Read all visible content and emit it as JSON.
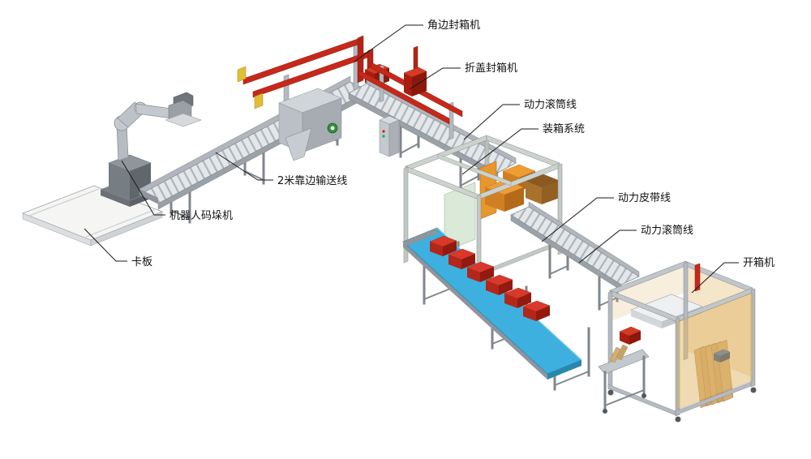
{
  "diagram": {
    "background": "#ffffff",
    "labels": {
      "corner_sealer": "角边封箱机",
      "flap_sealer": "折盖封箱机",
      "roller_line_top": "动力滚筒线",
      "packing_system": "装箱系统",
      "belt_line": "动力皮带线",
      "roller_line_right": "动力滚筒线",
      "case_erector": "开箱机",
      "edge_conveyor": "2米靠边输送线",
      "robot_palletizer": "机器人码垛机",
      "pallet": "卡板"
    },
    "colors": {
      "machine_red": "#c6281a",
      "belt_blue": "#3db0e0",
      "carton_orange": "#ef9d33",
      "cardboard_tan": "#d4ad70",
      "frame_gray": "#c0c6ca",
      "guard_amber": "#e3b668",
      "logo_green": "#2f8f3b",
      "leader_line": "#1a1a1a"
    }
  }
}
